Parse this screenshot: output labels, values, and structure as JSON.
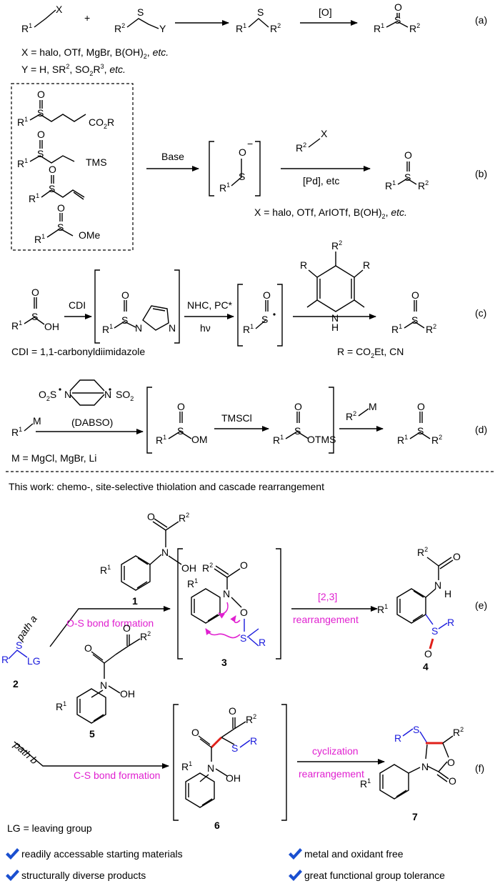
{
  "panels": {
    "a": {
      "tag": "(a)",
      "reagent1": "R¹–X",
      "plus": "+",
      "reagent2": "R²–S–Y",
      "product1": "R¹–S–R²",
      "oxidant": "[O]",
      "product2": "R¹–S(=O)–R²",
      "x_def": "X = halo, OTf, MgBr, B(OH)₂, etc.",
      "y_def": "Y = H, SR², SO₂R³, etc."
    },
    "b": {
      "tag": "(b)",
      "box_items": [
        "R¹–S(=O)–CH₂CH₂CO₂R",
        "R¹–S(=O)–CH₂CH₂TMS",
        "R¹–S(=O)–allyl",
        "R¹–S(=O)–OMe"
      ],
      "base": "Base",
      "intermediate": "R¹–S–O⁻",
      "reagent": "R²–X",
      "catalyst": "[Pd], etc",
      "product": "R¹–S(=O)–R²",
      "x_def": "X = halo, OTf, ArIOTf, B(OH)₂, etc."
    },
    "c": {
      "tag": "(c)",
      "start": "R¹–S(=O)–OH",
      "reagent1": "CDI",
      "intermediate1": "R¹–S(=O)–imidazole",
      "reagent2": "NHC, PC*",
      "light": "hν",
      "intermediate2": "R¹–S•=O",
      "hantzsch": "R, R, R² dihydropyridine, NH",
      "product": "R¹–S(=O)–R²",
      "cdi_def": "CDI = 1,1-carbonyldiimidazole",
      "r_def": "R = CO₂Et, CN"
    },
    "d": {
      "tag": "(d)",
      "dabso_label": "(DABSO)",
      "start": "R¹–M",
      "intermediate1": "R¹–S(=O)–OM",
      "reagent": "TMSCl",
      "intermediate2": "R¹–S(=O)–OTMS",
      "reagent2": "R²–M",
      "product": "R¹–S(=O)–R²",
      "m_def": "M = MgCl, MgBr, Li"
    },
    "work": {
      "heading": "This work: chemo-, site-selective thiolation and cascade rearrangement",
      "path_a": "path a",
      "path_b": "path b",
      "os_bond": "O-S bond formation",
      "cs_bond": "C-S bond formation",
      "rearr_23_top": "[2,3]",
      "rearr_23_bottom": "rearrangement",
      "cycl_top": "cyclization",
      "cycl_bottom": "rearrangement",
      "tag_e": "(e)",
      "tag_f": "(f)",
      "numbers": [
        "1",
        "2",
        "3",
        "4",
        "5",
        "6",
        "7"
      ],
      "lg_def": "LG = leaving group",
      "reagent2": "R–S–LG"
    },
    "features": [
      "readily accessable starting materials",
      "structurally diverse products",
      "metal and oxidant free",
      "great functional group tolerance"
    ]
  },
  "colors": {
    "accent_magenta": "#e020d0",
    "accent_blue": "#1a1adc",
    "accent_red": "#e0201a",
    "check_blue": "#1a4fd0"
  }
}
